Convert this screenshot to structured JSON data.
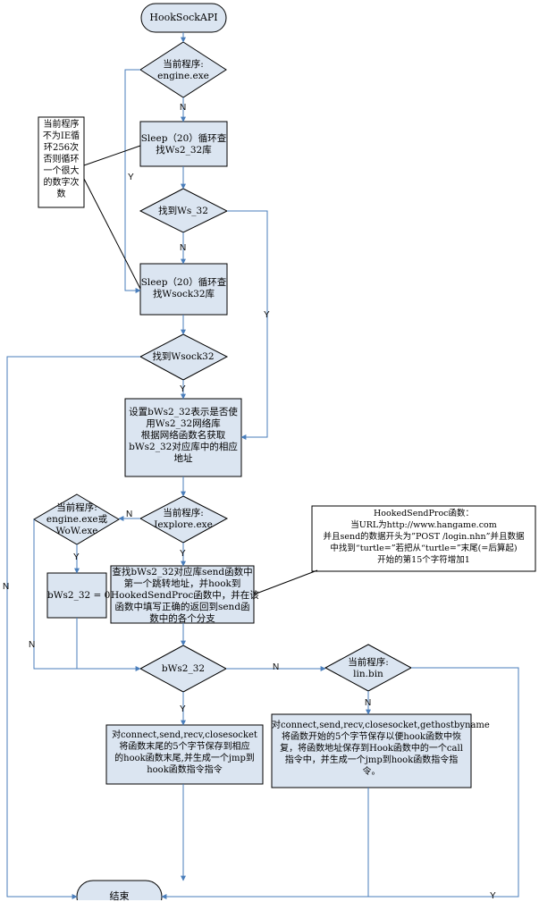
{
  "nodes": {
    "start": "HookSockAPI",
    "check_engine": [
      "当前程序:",
      "engine.exe"
    ],
    "sleep_ws2": [
      "Sleep（20）循环查",
      "找Ws2_32库"
    ],
    "found_ws32": "找到Ws_32",
    "sleep_wsock": [
      "Sleep（20）循环查",
      "找Wsock32库"
    ],
    "found_wsock": "找到Wsock32",
    "set_bws": [
      "设置bWs2_32表示是否使",
      "用Ws2_32网络库",
      "根据网络函数名获取",
      "bWs2_32对应库中的相应",
      "地址"
    ],
    "check_iexplore": [
      "当前程序:",
      "Iexplore.exe"
    ],
    "check_wow": [
      "当前程序:",
      "engine.exe或",
      "WoW.exe"
    ],
    "bws_zero": "bWs2_32 = 0",
    "find_send": [
      "查找bWs2_32对应库send函数中",
      "第一个跳转地址，并hook到",
      "HookedSendProc函数中，并在该",
      "函数中填写正确的返回到send函",
      "数中的各个分支"
    ],
    "bws_check": "bWs2_32",
    "check_lin": [
      "当前程序:",
      "lin.bin"
    ],
    "save5_left": [
      "对connect,send,recv,closesocket",
      "将函数末尾的5个字节保存到相应",
      "的hook函数末尾,并生成一个jmp到",
      "hook函数指令指令"
    ],
    "save5_right": [
      "对connect,send,recv,closesocket,gethostbyname",
      "将函数开始的5个字节保存以便hook函数中恢",
      "复，将函数地址保存到Hook函数中的一个call",
      "指令中，并生成一个jmp到hook函数指令指",
      "令。"
    ],
    "end": "结束"
  },
  "notes": {
    "loop_note": [
      "当前程序",
      "不为IE循",
      "环256次",
      "否则循环",
      "一个很大",
      "的数字次",
      "数"
    ],
    "hook_note": [
      "HookedSendProc函数：",
      "当URL为http://www.hangame.com",
      "并且send的数据开头为”POST /login.nhn”并且数据",
      "中找到“turtle=”若把从“turtle=”末尾(=后算起)",
      "开始的第15个字符增加1"
    ]
  },
  "edge_labels": {
    "n1": "N",
    "y1": "Y",
    "n2": "N",
    "y2": "Y",
    "y3": "Y",
    "n3": "N",
    "y4": "Y",
    "n4": "N",
    "y5": "Y",
    "n5": "N",
    "n6": "N",
    "y6": "Y",
    "n7": "N",
    "y7": "Y",
    "n8": "N"
  },
  "colors": {
    "box_fill": "#dbe5f1",
    "line": "#4a7ebb",
    "note_line": "#000000"
  }
}
